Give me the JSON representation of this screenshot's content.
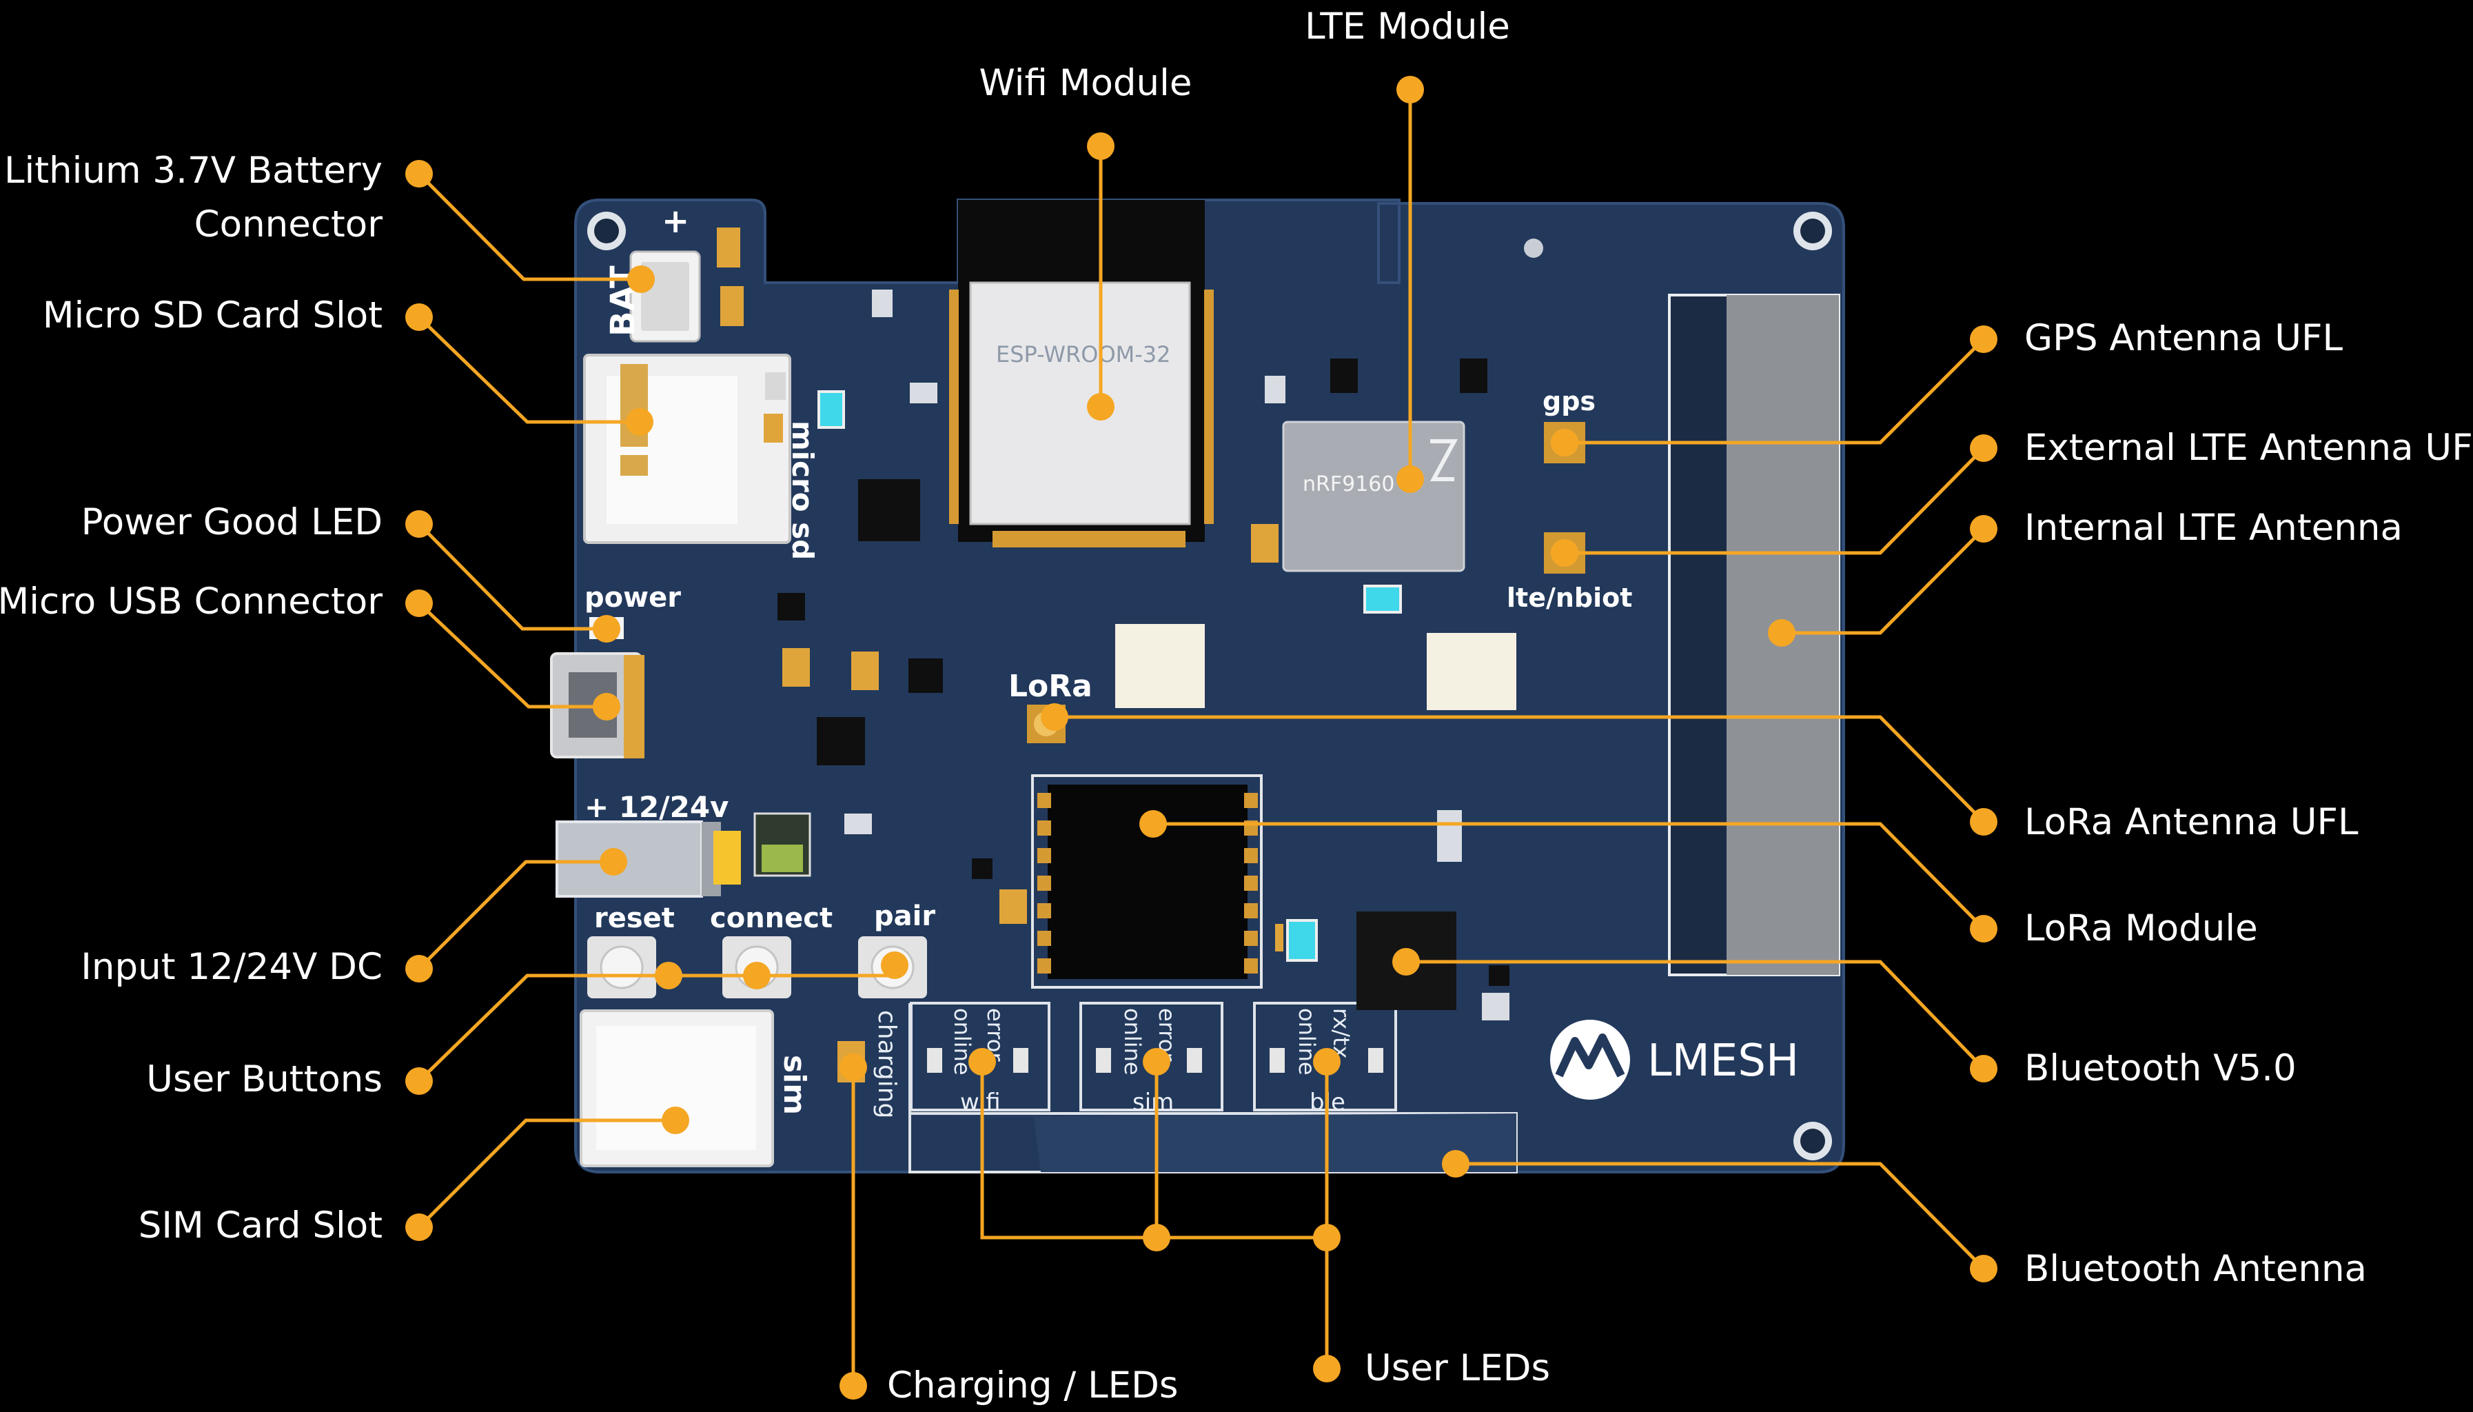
{
  "colors": {
    "background": "#000000",
    "board": "#243b5e",
    "board_edge": "#2f4a73",
    "accent": "#f5a623",
    "label": "#ffffff"
  },
  "callouts": [
    {
      "id": "battery",
      "lines": [
        "Lithium 3.7V Battery",
        "Connector"
      ]
    },
    {
      "id": "sd",
      "lines": [
        "Micro SD Card Slot"
      ]
    },
    {
      "id": "power-led",
      "lines": [
        "Power Good LED"
      ]
    },
    {
      "id": "usb",
      "lines": [
        "Micro USB Connector"
      ]
    },
    {
      "id": "dc-input",
      "lines": [
        "Input 12/24V DC"
      ]
    },
    {
      "id": "user-buttons",
      "lines": [
        "User Buttons"
      ]
    },
    {
      "id": "sim",
      "lines": [
        "SIM Card Slot"
      ]
    },
    {
      "id": "charging",
      "lines": [
        "Charging / LEDs"
      ]
    },
    {
      "id": "user-leds",
      "lines": [
        "User LEDs"
      ]
    },
    {
      "id": "wifi",
      "lines": [
        "Wifi Module"
      ]
    },
    {
      "id": "lte",
      "lines": [
        "LTE Module"
      ]
    },
    {
      "id": "gps",
      "lines": [
        "GPS Antenna UFL"
      ]
    },
    {
      "id": "ext-lte",
      "lines": [
        "External LTE Antenna UFL"
      ]
    },
    {
      "id": "int-lte",
      "lines": [
        "Internal LTE Antenna"
      ]
    },
    {
      "id": "lora-ufl",
      "lines": [
        "LoRa Antenna UFL"
      ]
    },
    {
      "id": "lora-module",
      "lines": [
        "LoRa Module"
      ]
    },
    {
      "id": "bt",
      "lines": [
        "Bluetooth V5.0"
      ]
    },
    {
      "id": "bt-antenna",
      "lines": [
        "Bluetooth Antenna"
      ]
    }
  ],
  "silkscreen": {
    "bat": "BAT",
    "plus": "+",
    "micro_sd": "micro sd",
    "power": "power",
    "lora": "LoRa",
    "gps": "gps",
    "lte_nbiot": "lte/nbiot",
    "dc": "+ 12/24v",
    "reset": "reset",
    "connect": "connect",
    "pair": "pair",
    "sim": "sim",
    "charging": "charging",
    "online": "online",
    "error": "error",
    "rx_tx": "rx/tx",
    "wifi": "wifi",
    "sim_small": "sim",
    "ble": "ble",
    "wifi_chip": "ESP-WROOM-32",
    "lte_chip": "nRF9160",
    "brand": "LMESH"
  }
}
